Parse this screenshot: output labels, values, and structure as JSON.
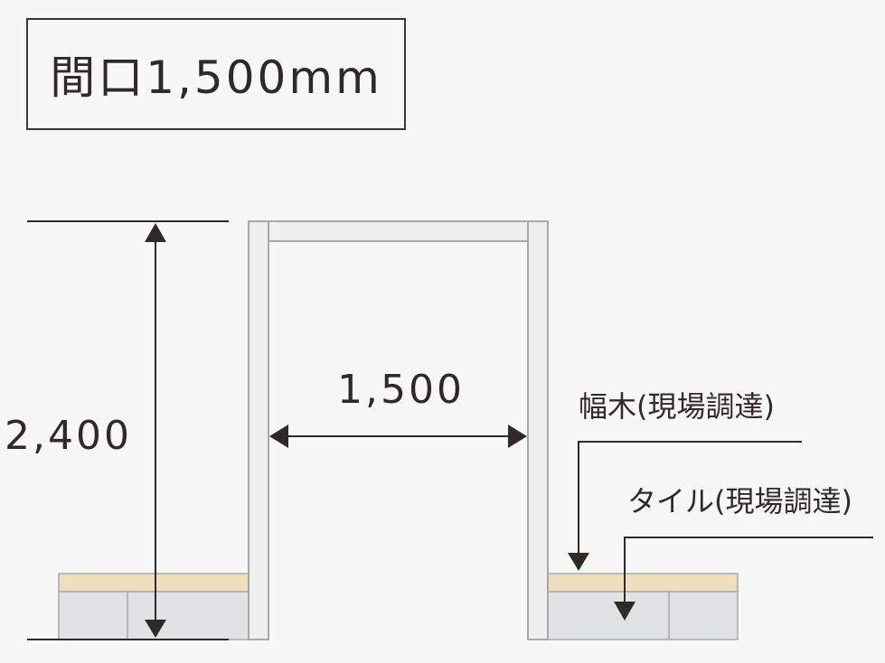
{
  "title": "間口1,500mm",
  "dimensions": {
    "height_label": "2,400",
    "width_label": "1,500"
  },
  "annotations": {
    "baseboard": "幅木(現場調達)",
    "tile": "タイル(現場調達)"
  },
  "colors": {
    "background": "#f7f7f7",
    "line": "#2f2a28",
    "frame_fill": "#efefef",
    "frame_stroke": "#a8a8a8",
    "baseboard_fill": "#efdfbe",
    "tile_fill": "#dfe3e6"
  }
}
